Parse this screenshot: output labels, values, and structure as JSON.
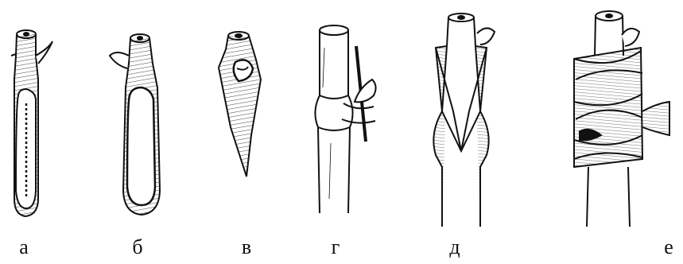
{
  "figure": {
    "labels": [
      "а",
      "б",
      "в",
      "г",
      "д",
      "е"
    ]
  },
  "colors": {
    "ink": "#111111",
    "paper": "#ffffff"
  }
}
